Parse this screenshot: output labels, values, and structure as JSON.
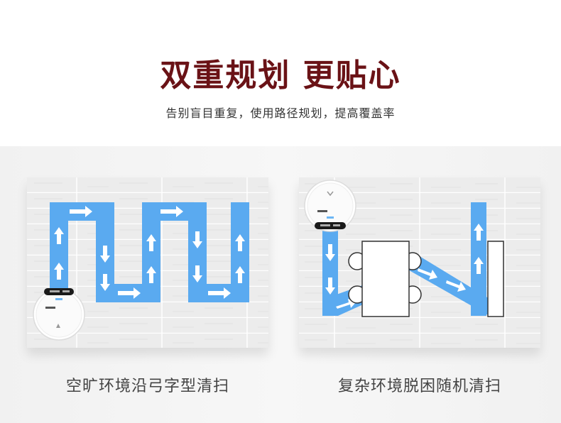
{
  "header": {
    "title": "双重规划 更贴心",
    "subtitle": "告别盲目重复，使用路径规划，提高覆盖率"
  },
  "panels": [
    {
      "caption": "空旷环境沿弓字型清扫",
      "robot_icon": "robot-vacuum-icon"
    },
    {
      "caption": "复杂环境脱困随机清扫",
      "robot_icon": "robot-vacuum-icon"
    }
  ],
  "colors": {
    "title": "#6a1216",
    "path": "#5aaaf0",
    "floor": "#e9e9e9",
    "obstacle_outline": "#333333"
  }
}
